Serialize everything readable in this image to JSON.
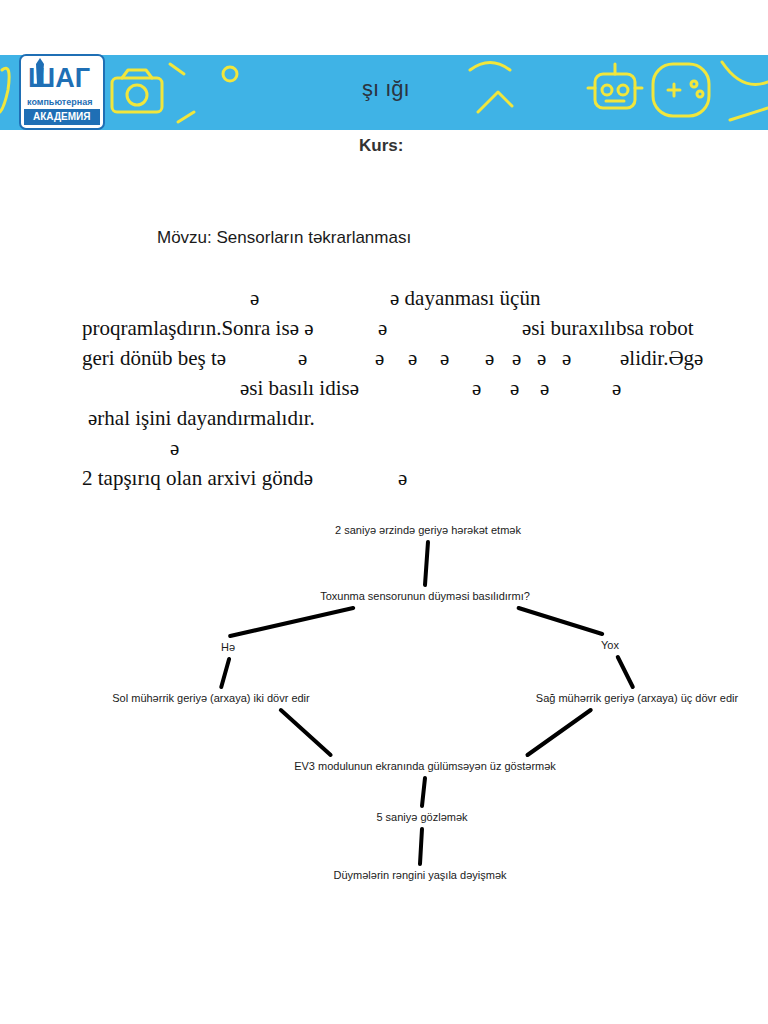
{
  "diagram": {
    "title": "şı ığı",
    "nodes": [
      {
        "text": [
          "2 saniyə ərzində geriyə hərəkət etmək"
        ]
      },
      {
        "text": [
          "Toxunma sensorunun düyməsi basılıdırmı?"
        ]
      },
      {
        "text": [
          "Hə"
        ]
      },
      {
        "text": [
          "Yox"
        ]
      },
      {
        "text": [
          "Sol mühərrik geriyə (arxaya) iki dövr edir"
        ]
      },
      {
        "text": [
          "Sağ mühərrik geriyə (arxaya) üç dövr edir"
        ]
      },
      {
        "text": [
          "EV3 modulunun ekranında gülümsəyən üz göstərmək"
        ]
      },
      {
        "text": [
          "5 saniyə gözləmək"
        ]
      },
      {
        "text": [
          "Düymələrin rəngini yaşıla dəyişmək"
        ]
      }
    ],
    "edges": [
      {
        "from": 0,
        "to": 1,
        "arrow": "none"
      },
      {
        "from": 1,
        "to": 2,
        "arrow": "none"
      },
      {
        "from": 1,
        "to": 3,
        "arrow": "none"
      },
      {
        "from": 2,
        "to": 4,
        "arrow": "none"
      },
      {
        "from": 3,
        "to": 5,
        "arrow": "none"
      },
      {
        "from": 4,
        "to": 6,
        "arrow": "none"
      },
      {
        "from": 5,
        "to": 6,
        "arrow": "none"
      },
      {
        "from": 6,
        "to": 7,
        "arrow": "none"
      },
      {
        "from": 7,
        "to": 8,
        "arrow": "none"
      }
    ],
    "labels": [
      "ШАГ",
      "компьютерная",
      "АКАДЕМИЯ",
      "Kurs:",
      "Mövzu: Sensorların təkrarlanması",
      "ə",
      "ə dayanması üçün",
      "proqramlaşdırın.Sonra isə ə",
      "ə",
      "əsi buraxılıbsa robot",
      "geri dönüb beş tə",
      "ə",
      "ə",
      "ə",
      "ə",
      "ə",
      "ə",
      "ə",
      "ə",
      "əlidir.Əgə",
      "əsi basılı idisə",
      "ə",
      "ə",
      "ə",
      "ə",
      "ərhal işini dayandırmalıdır.",
      "ə",
      "2 tapşırıq olan arxivi göndə",
      "ə"
    ]
  }
}
